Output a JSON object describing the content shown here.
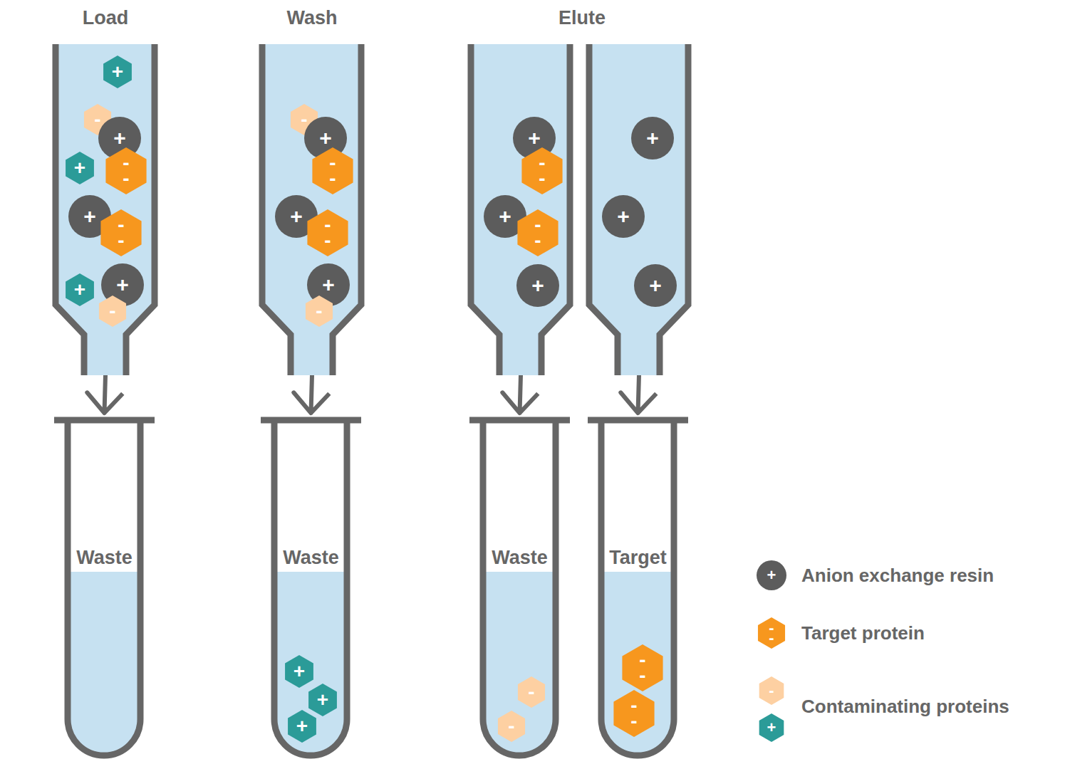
{
  "diagram": {
    "nodes": [
      {
        "text": [
          "Load"
        ]
      },
      {
        "text": [
          "+"
        ],
        "in": 0
      },
      {
        "text": [
          "-"
        ],
        "in": 0
      },
      {
        "text": [
          "+"
        ],
        "in": 0
      },
      {
        "text": [
          "+"
        ],
        "in": 0
      },
      {
        "text": [
          "- -"
        ],
        "in": 0
      },
      {
        "text": [
          "+"
        ],
        "in": 0
      },
      {
        "text": [
          "- -"
        ],
        "in": 0
      },
      {
        "text": [
          "+"
        ],
        "in": 0
      },
      {
        "text": [
          "+"
        ],
        "in": 0
      },
      {
        "text": [
          "-"
        ],
        "in": 0
      },
      {
        "text": [
          "Wash"
        ]
      },
      {
        "text": [
          "-"
        ],
        "in": 11
      },
      {
        "text": [
          "+"
        ],
        "in": 11
      },
      {
        "text": [
          "- -"
        ],
        "in": 11
      },
      {
        "text": [
          "+"
        ],
        "in": 11
      },
      {
        "text": [
          "- -"
        ],
        "in": 11
      },
      {
        "text": [
          "+"
        ],
        "in": 11
      },
      {
        "text": [
          "-"
        ],
        "in": 11
      },
      {
        "text": []
      },
      {
        "text": [
          "+"
        ],
        "in": 19
      },
      {
        "text": [
          "- -"
        ],
        "in": 19
      },
      {
        "text": [
          "+"
        ],
        "in": 19
      },
      {
        "text": [
          "- -"
        ],
        "in": 19
      },
      {
        "text": [
          "+"
        ],
        "in": 19
      },
      {
        "text": []
      },
      {
        "text": [
          "+"
        ],
        "in": 25
      },
      {
        "text": [
          "+"
        ],
        "in": 25
      },
      {
        "text": [
          "+"
        ],
        "in": 25
      },
      {
        "text": [
          "Waste"
        ]
      },
      {
        "text": [
          "Waste"
        ]
      },
      {
        "text": [
          "+"
        ],
        "in": 30
      },
      {
        "text": [
          "+"
        ],
        "in": 30
      },
      {
        "text": [
          "+"
        ],
        "in": 30
      },
      {
        "text": [
          "Waste"
        ]
      },
      {
        "text": [
          "-"
        ],
        "in": 34
      },
      {
        "text": [
          "-"
        ],
        "in": 34
      },
      {
        "text": [
          "Target"
        ]
      },
      {
        "text": [
          "- -"
        ],
        "in": 37
      },
      {
        "text": [
          "- -"
        ],
        "in": 37
      }
    ],
    "edges": [
      {
        "from": 0,
        "to": 29,
        "arrow": "to"
      },
      {
        "from": 11,
        "to": 30,
        "arrow": "to"
      },
      {
        "from": 19,
        "to": 34,
        "arrow": "to"
      },
      {
        "from": 25,
        "to": 37,
        "arrow": "to"
      }
    ],
    "labels": [
      "Elute",
      "+",
      "- -",
      "-",
      "+"
    ],
    "legend": [
      {
        "text": "Anion exchange resin"
      },
      {
        "text": "Target protein"
      },
      {
        "text": "Contaminating proteins"
      }
    ]
  }
}
